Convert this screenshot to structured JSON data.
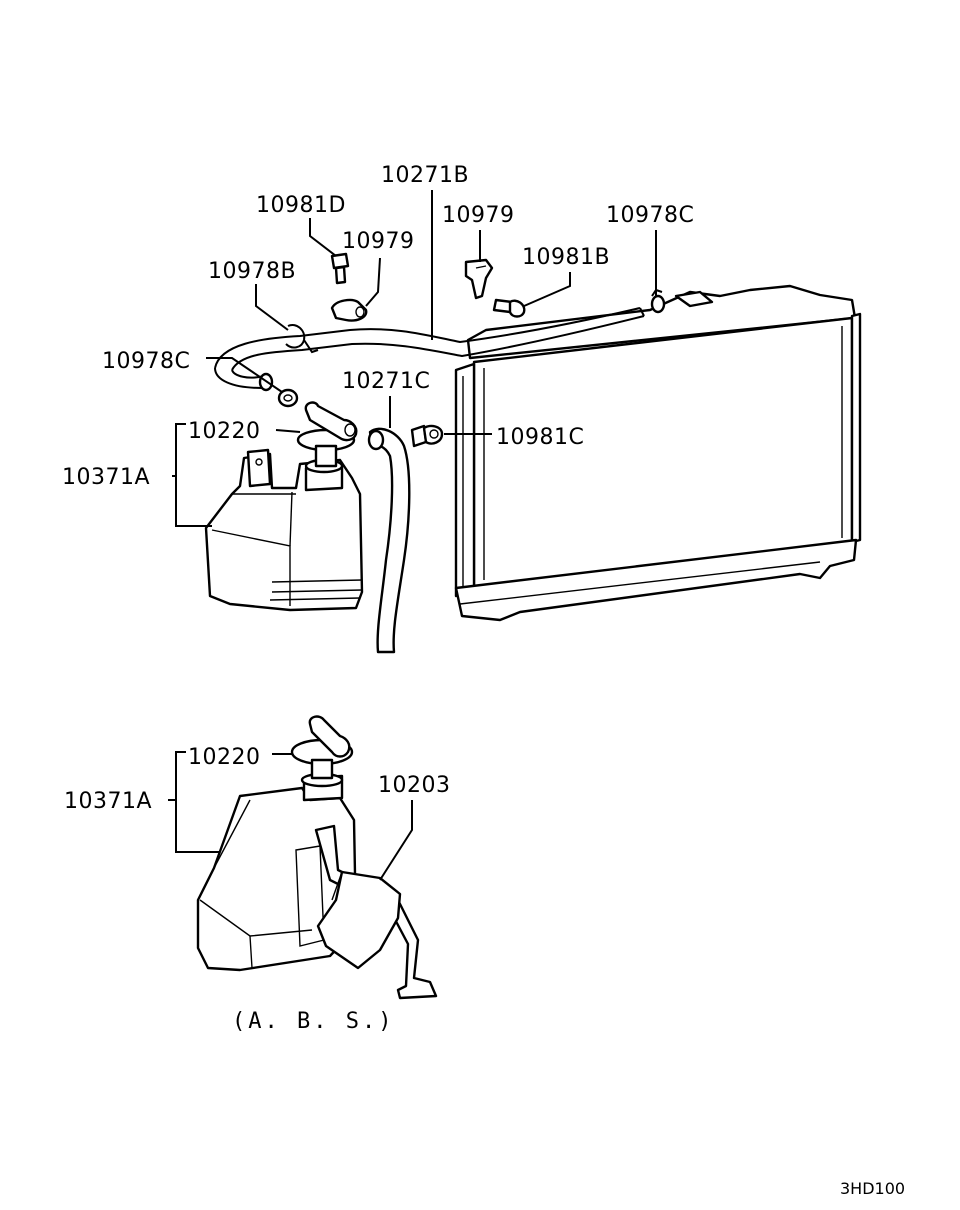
{
  "labels": {
    "hose_upper": "10271B",
    "clamp_bolt_d": "10981D",
    "clip_left": "10979",
    "clip_right": "10979",
    "bolt_b": "10981B",
    "clamp_c_right": "10978C",
    "clamp_b": "10978B",
    "clamp_c_left": "10978C",
    "hose_lower": "10271C",
    "cap_top": "10220",
    "bolt_c": "10981C",
    "tank_top": "10371A",
    "cap_bottom": "10220",
    "bracket": "10203",
    "tank_bottom": "10371A"
  },
  "caption": "(A. B. S.)",
  "drawing_code": "3HD100"
}
